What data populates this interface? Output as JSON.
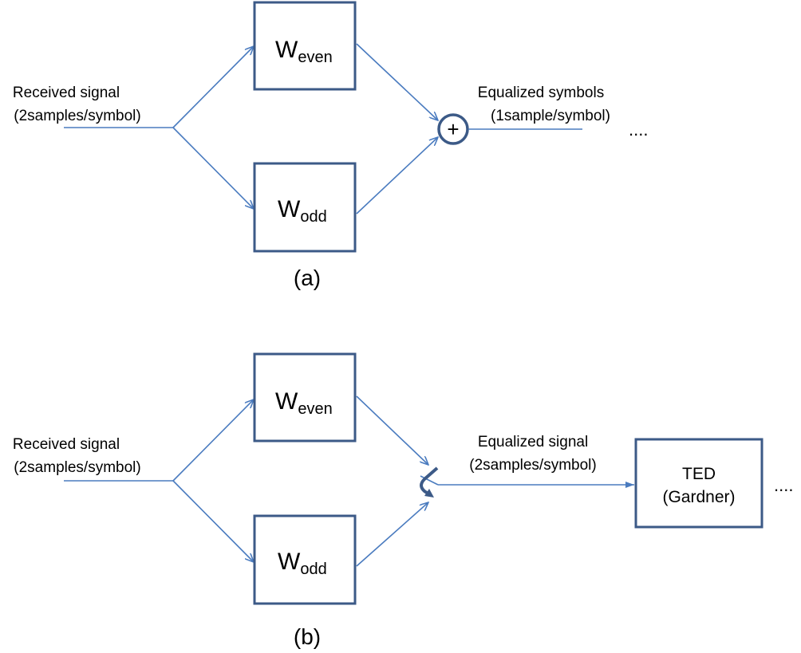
{
  "colors": {
    "box": "#3c5a87",
    "line": "#4a7bbf"
  },
  "a": {
    "input_label_1": "Received signal",
    "input_label_2": "(2samples/symbol)",
    "even_main": "W",
    "even_sub": "even",
    "odd_main": "W",
    "odd_sub": "odd",
    "sum_symbol": "+",
    "output_label_1": "Equalized symbols",
    "output_label_2": "(1sample/symbol)",
    "continuation": "....",
    "caption": "(a)"
  },
  "b": {
    "input_label_1": "Received signal",
    "input_label_2": "(2samples/symbol)",
    "even_main": "W",
    "even_sub": "even",
    "odd_main": "W",
    "odd_sub": "odd",
    "output_label_1": "Equalized signal",
    "output_label_2": "(2samples/symbol)",
    "ted_1": "TED",
    "ted_2": "(Gardner)",
    "continuation": "....",
    "caption": "(b)"
  }
}
